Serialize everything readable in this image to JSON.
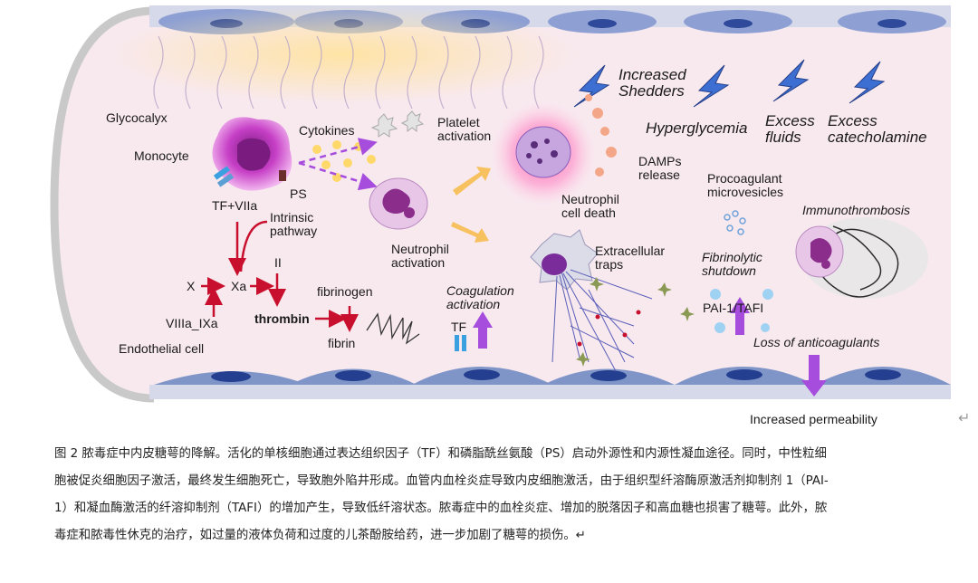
{
  "figure": {
    "labels": {
      "glycocalyx": "Glycocalyx",
      "monocyte": "Monocyte",
      "cytokines": "Cytokines",
      "platelet_activation": "Platelet\nactivation",
      "increased_shedders": "Increased\nShedders",
      "hyperglycemia": "Hyperglycemia",
      "excess_fluids": "Excess\nfluids",
      "excess_catecholamine": "Excess\ncatecholamine",
      "damps_release": "DAMPs\nrelease",
      "ps": "PS",
      "tf_viia": "TF+VIIa",
      "intrinsic_pathway": "Intrinsic\npathway",
      "neutrophil_activation": "Neutrophil\nactivation",
      "neutrophil_cell_death": "Neutrophil\ncell death",
      "procoagulant_microvesicles": "Procoagulant\nmicrovesicles",
      "immunothrombosis": "Immunothrombosis",
      "ii": "II",
      "x": "X",
      "xa": "Xa",
      "fibrinogen": "fibrinogen",
      "viiia_ixa": "VIIIa_IXa",
      "thrombin": "thrombin",
      "fibrin": "fibrin",
      "coagulation_activation": "Coagulation\nactivation",
      "extracellular_traps": "Extracellular\ntraps",
      "fibrinolytic_shutdown": "Fibrinolytic\nshutdown",
      "pai_tafi": "PAI-1/TAFI",
      "tf": "TF",
      "endothelial_cell": "Endothelial cell",
      "loss_of_anticoagulants": "Loss of anticoagulants",
      "increased_permeability": "Increased permeability"
    },
    "colors": {
      "vessel_fill": "#f8e9ef",
      "glycocalyx_glow": "#fbe3a6",
      "endothelial_cell": "#7f95c8",
      "monocyte": "#d04fd0",
      "neutrophil_nucleus": "#8b2d8b",
      "arrow_red": "#c8102e",
      "arrow_purple": "#a64dde",
      "arrow_orange": "#f7c15f",
      "lightning": "#3c6fd1",
      "net_fibers": "#5a5fb8"
    }
  },
  "caption": {
    "line1": "图 2 脓毒症中内皮糖萼的降解。活化的单核细胞通过表达组织因子（TF）和磷脂酰丝氨酸（PS）启动外源性和内源性凝血途径。同时，中性粒细",
    "line2": "胞被促炎细胞因子激活，最终发生细胞死亡，导致胞外陷井形成。血管内血栓炎症导致内皮细胞激活，由于组织型纤溶酶原激活剂抑制剂 1（PAI-",
    "line3": "1）和凝血酶激活的纤溶抑制剂（TAFI）的增加产生，导致低纤溶状态。脓毒症中的血栓炎症、增加的脱落因子和高血糖也损害了糖萼。此外，脓",
    "line4": "毒症和脓毒性休克的治疗，如过量的液体负荷和过度的儿茶酚胺给药，进一步加剧了糖萼的损伤。↵",
    "return_mark": "↵"
  }
}
